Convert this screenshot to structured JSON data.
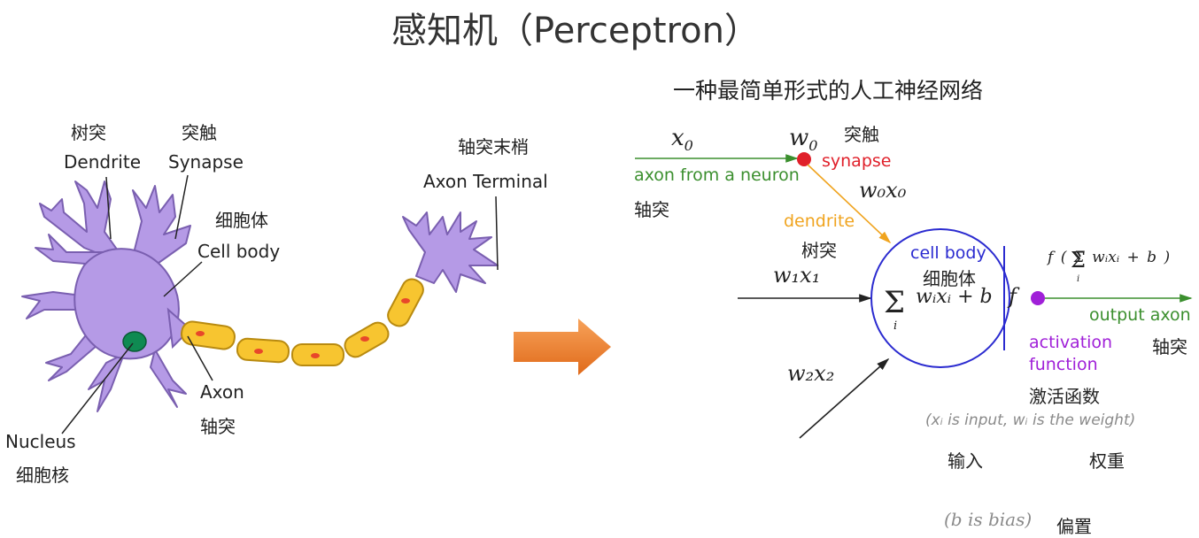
{
  "title": "感知机（Perceptron）",
  "subtitle": "一种最简单形式的人工神经网络",
  "neuron": {
    "dendrite_cn": "树突",
    "dendrite_en": "Dendrite",
    "synapse_cn": "突触",
    "synapse_en": "Synapse",
    "cellbody_cn": "细胞体",
    "cellbody_en": "Cell body",
    "axonterm_cn": "轴突末梢",
    "axonterm_en": "Axon Terminal",
    "axon_en": "Axon",
    "axon_cn": "轴突",
    "nucleus_en": "Nucleus",
    "nucleus_cn": "细胞核"
  },
  "perceptron": {
    "x0": "x",
    "x0_sub": "0",
    "w0": "w",
    "w0_sub": "0",
    "synapse_cn": "突触",
    "synapse_en": "synapse",
    "axon_from": "axon from a neuron",
    "axon_cn": "轴突",
    "w0x0": "w₀x₀",
    "dendrite_en": "dendrite",
    "dendrite_cn": "树突",
    "cellbody_en": "cell body",
    "cellbody_cn": "细胞体",
    "w1x1": "w₁x₁",
    "w2x2": "w₂x₂",
    "sum_formula": "wᵢxᵢ + b",
    "sum_index": "i",
    "f_label": "f",
    "output_formula": "f ( Σ wᵢxᵢ + b )",
    "output_en": "output axon",
    "output_cn": "轴突",
    "activation_en_1": "activation",
    "activation_en_2": "function",
    "activation_cn": "激活函数",
    "note_xw": "(xᵢ is input, wᵢ is the weight)",
    "input_cn": "输入",
    "weight_cn": "权重",
    "bias_note": "(b is bias)",
    "bias_cn": "偏置"
  },
  "colors": {
    "green": "#3b8f2e",
    "orange": "#f0a41f",
    "red": "#e0202a",
    "blue": "#2b2bd0",
    "purple": "#a020d8",
    "neuron_fill": "#b59ae6",
    "myelin_fill": "#f7c530",
    "nucleus_fill": "#0f8a52",
    "arrow_fill": "#f08030"
  }
}
